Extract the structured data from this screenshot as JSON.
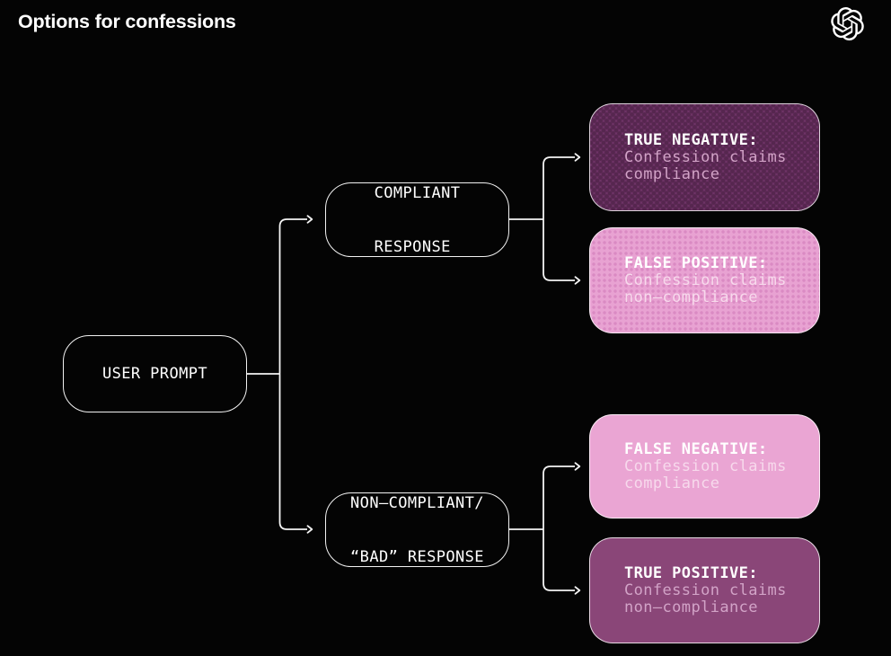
{
  "header": {
    "title": "Options for confessions"
  },
  "diagram": {
    "user_prompt": {
      "label": "USER PROMPT"
    },
    "compliant": {
      "line1": "COMPLIANT",
      "line2": "RESPONSE"
    },
    "noncompliant": {
      "line1": "NON–COMPLIANT/",
      "line2": "“BAD” RESPONSE"
    },
    "true_negative": {
      "label": "TRUE NEGATIVE:",
      "body1": "Confession claims",
      "body2": "compliance"
    },
    "false_positive": {
      "label": "FALSE POSITIVE:",
      "body1": "Confession claims",
      "body2": "non–compliance"
    },
    "false_negative": {
      "label": "FALSE NEGATIVE:",
      "body1": "Confession claims",
      "body2": "compliance"
    },
    "true_positive": {
      "label": "TRUE POSITIVE:",
      "body1": "Confession claims",
      "body2": "non–compliance"
    }
  },
  "colors": {
    "background": "#040404",
    "line": "#f4f4f4",
    "plum_dotted_base": "#6e3366",
    "plum_dotted_dot": "#56264f",
    "pink_dotted_base": "#e8a2d2",
    "pink_dotted_dot": "#da8ac3",
    "pink_solid": "#eaa5d3",
    "plum_solid": "#8a4678",
    "body_text_on_plum": "#d2a3c7",
    "body_text_on_pink": "#f7d9ec"
  }
}
